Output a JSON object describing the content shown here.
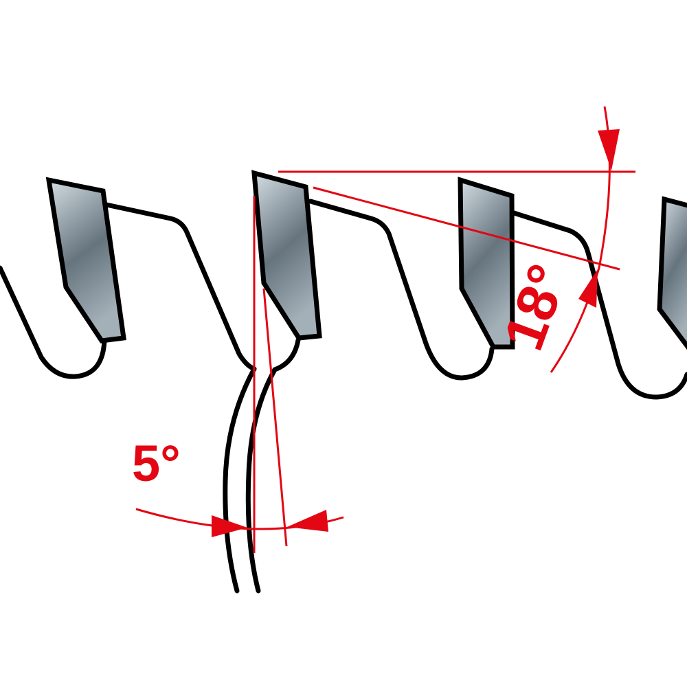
{
  "diagram": {
    "subject": "Saw blade teeth profile",
    "colors": {
      "outline": "#000000",
      "annotation": "#e30613",
      "tip_light": "#d4dde3",
      "tip_dark": "#66747e",
      "background": "#ffffff"
    },
    "annotations": {
      "clearance_angle": {
        "value": 5,
        "unit": "°",
        "label": "5°"
      },
      "hook_angle": {
        "value": 18,
        "unit": "°",
        "label": "18°",
        "label_digits": "18",
        "label_degree": "°"
      }
    },
    "teeth_count_visible": 4
  }
}
